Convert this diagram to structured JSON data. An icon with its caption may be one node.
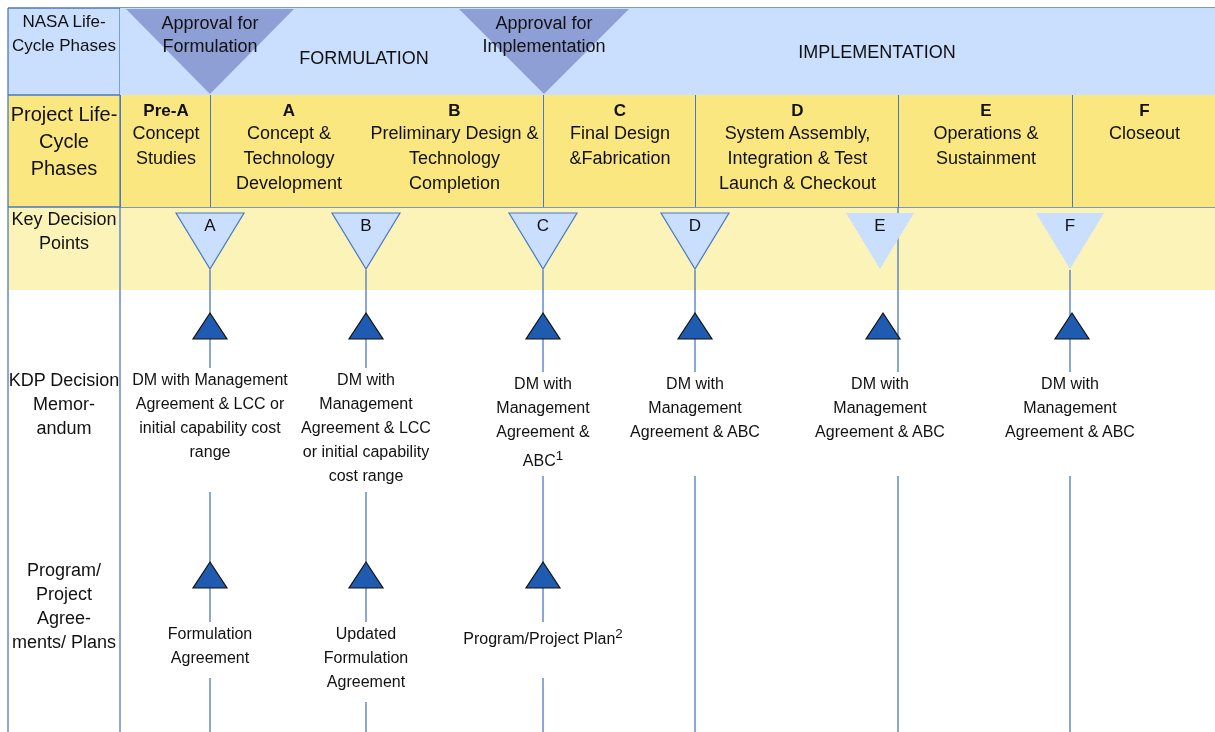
{
  "diagram": {
    "nodes": [
      {
        "text": [
          "NASA Life-Cycle Phases"
        ]
      },
      {
        "text": [
          "FORMULATION"
        ]
      },
      {
        "text": [
          "IMPLEMENTATION"
        ]
      },
      {
        "text": [
          "Approval for Formulation"
        ],
        "in": 1
      },
      {
        "text": [
          "Approval for Implementation"
        ]
      },
      {
        "text": [
          "Project Life-Cycle Phases"
        ]
      },
      {
        "text": [
          "Pre-A",
          "Concept Studies"
        ]
      },
      {
        "text": [
          "A",
          "Concept & Technology Development"
        ]
      },
      {
        "text": [
          "B",
          "Preliminary Design & Technology Completion"
        ]
      },
      {
        "text": [
          "C",
          "Final Design &Fabrication"
        ]
      },
      {
        "text": [
          "D",
          "System Assembly, Integration & Test Launch & Checkout"
        ]
      },
      {
        "text": [
          "E",
          "Operations & Sustainment"
        ]
      },
      {
        "text": [
          "F",
          "Closeout"
        ]
      },
      {
        "text": [
          "Key Decision Points"
        ]
      },
      {
        "text": [
          "A"
        ]
      },
      {
        "text": [
          "B"
        ]
      },
      {
        "text": [
          "C"
        ]
      },
      {
        "text": [
          "D"
        ]
      },
      {
        "text": [
          "E"
        ]
      },
      {
        "text": [
          "F"
        ]
      },
      {
        "text": [
          "KDP Decision Memor- andum"
        ]
      },
      {
        "text": [
          "DM with Management Agreement & LCC or initial capability cost range"
        ]
      },
      {
        "text": [
          "DM with Management Agreement & LCC or initial capability cost range"
        ]
      },
      {
        "text": [
          "DM with Management Agreement & ABC$^{1}$"
        ]
      },
      {
        "text": [
          "DM with Management Agreement & ABC"
        ]
      },
      {
        "text": [
          "DM with Management Agreement & ABC"
        ]
      },
      {
        "text": [
          "DM with Management Agreement & ABC"
        ]
      },
      {
        "text": [
          "Program/ Project Agree- ments/ Plans"
        ]
      },
      {
        "text": [
          "Formulation Agreement"
        ]
      },
      {
        "text": [
          "Updated Formulation Agreement"
        ]
      },
      {
        "text": [
          "Program/Project Plan$^{2}$"
        ]
      }
    ]
  }
}
